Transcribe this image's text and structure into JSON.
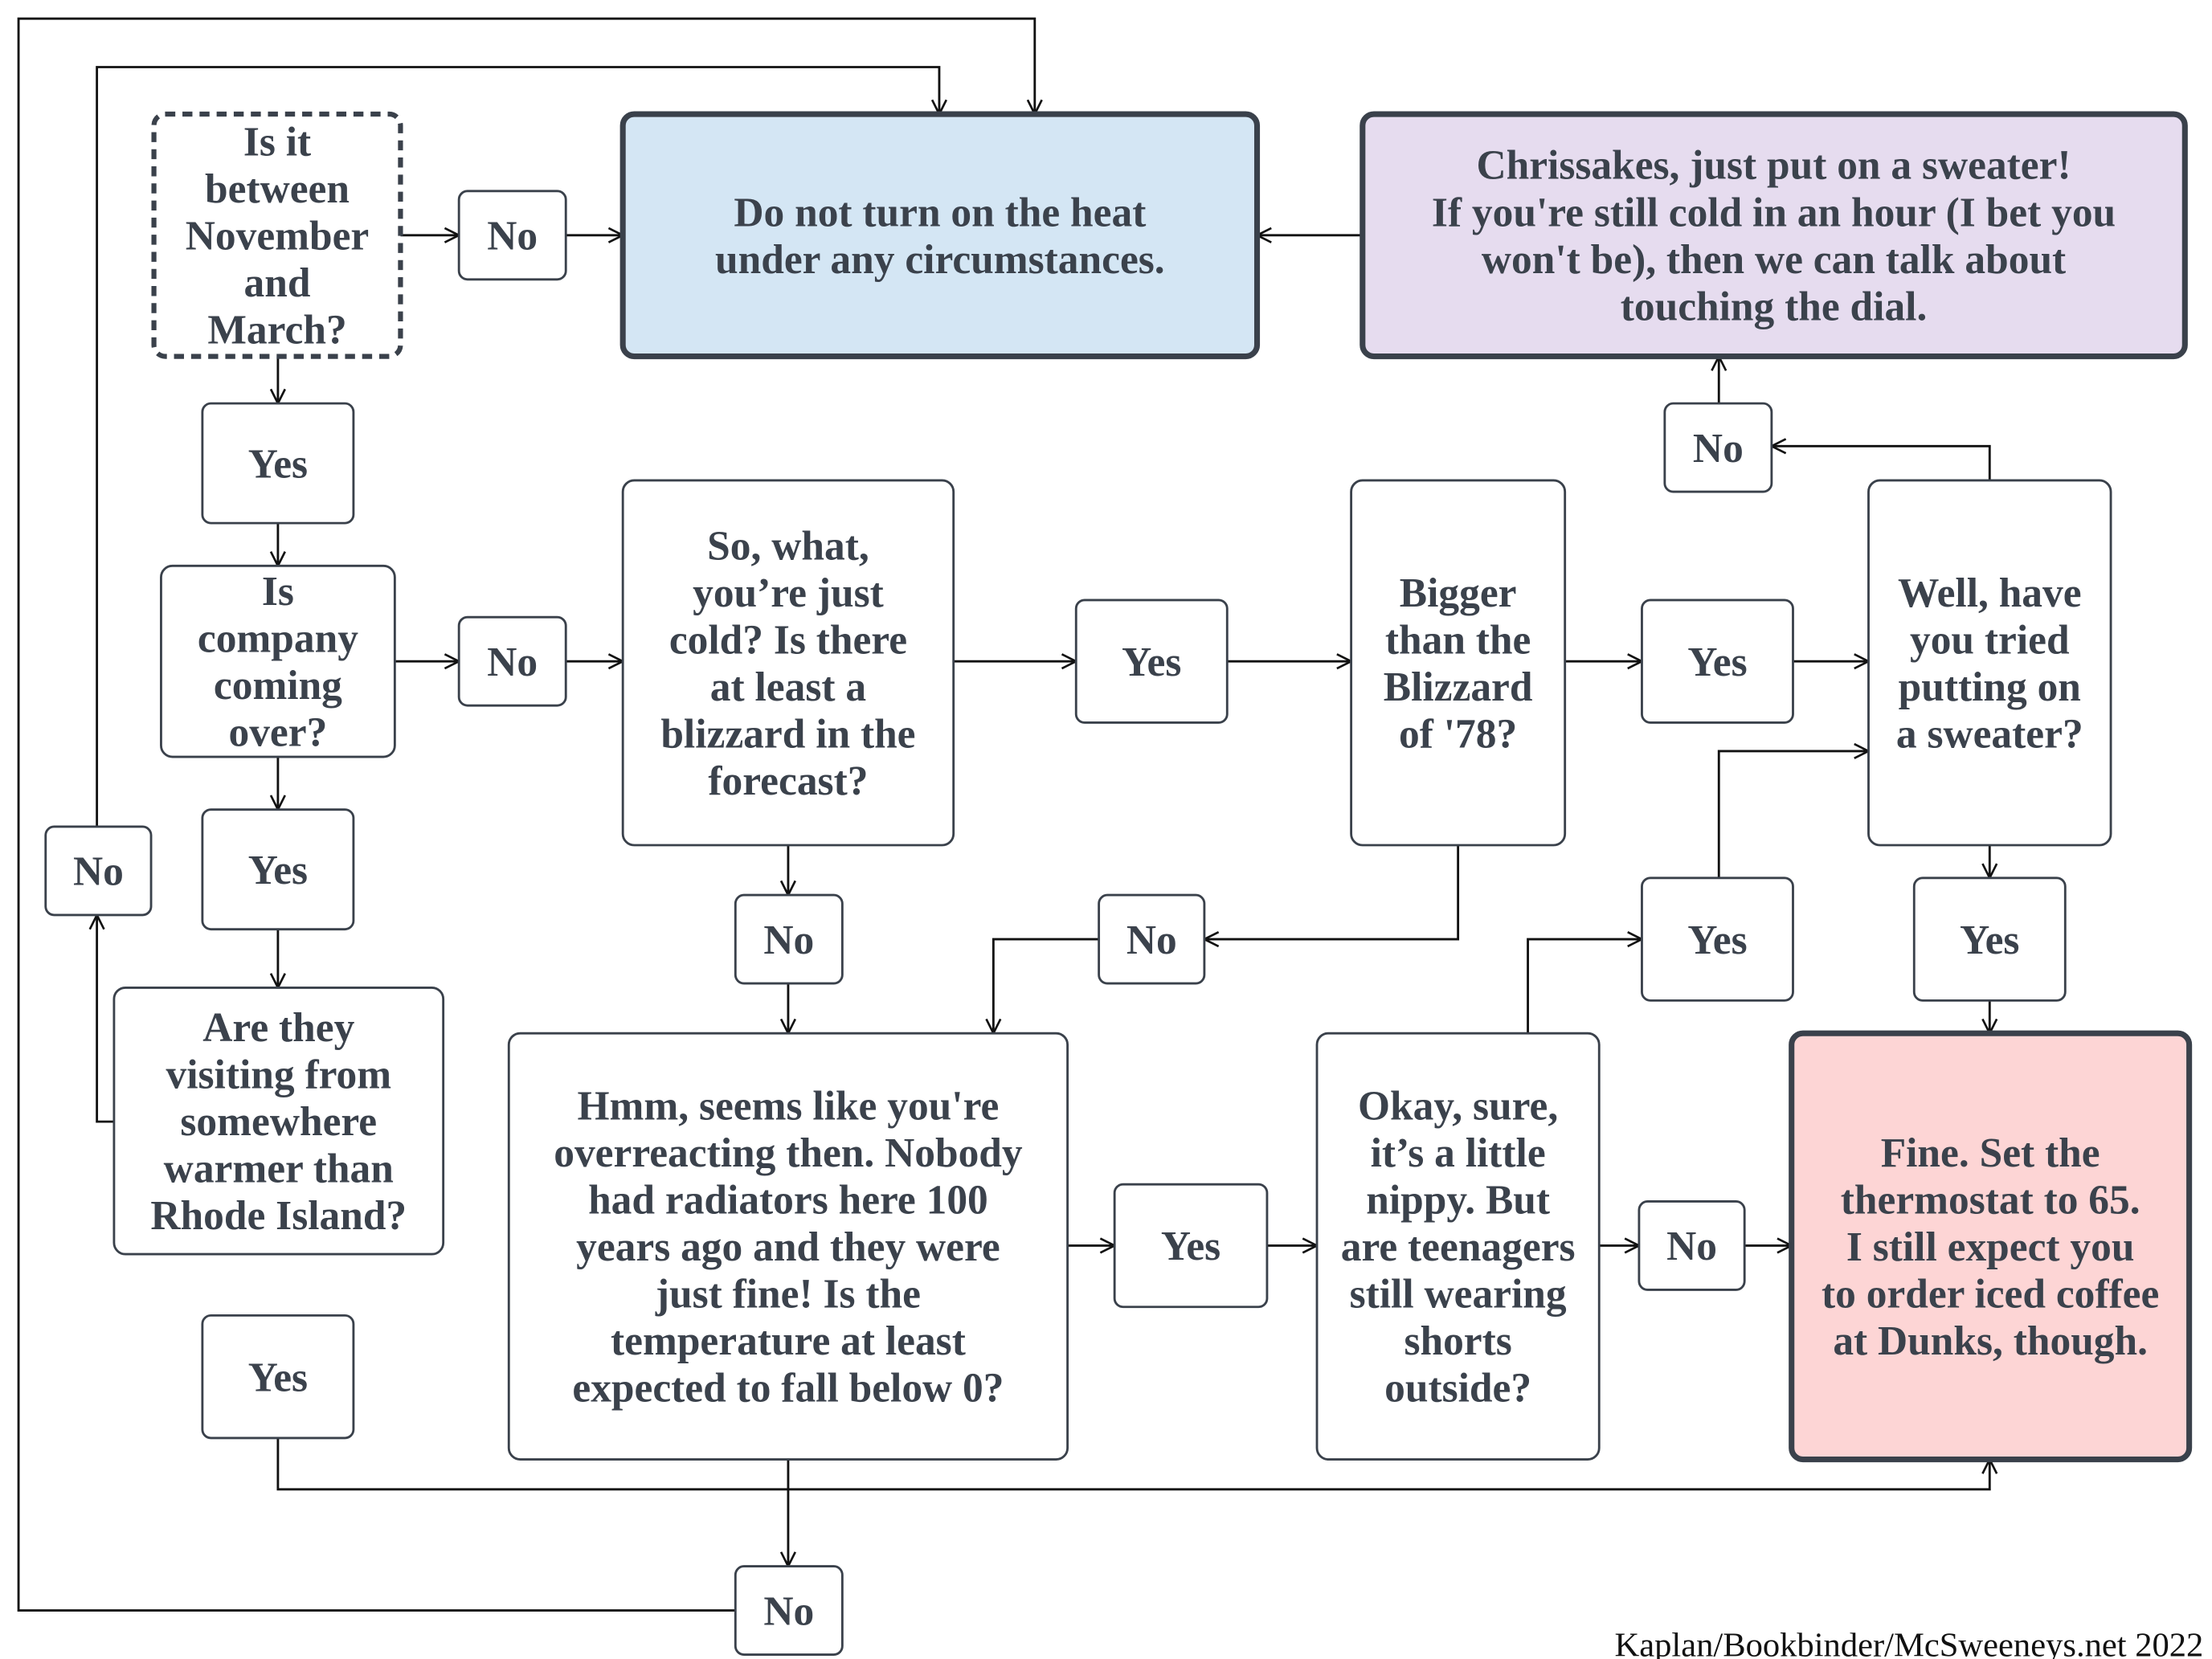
{
  "colors": {
    "stroke": "#3a414b",
    "text": "#3b424c",
    "heat_fill": "#d4e6f4",
    "sweater_fill": "#e6dcef",
    "fine_fill": "#fdd5d5",
    "plain_fill": "#ffffff"
  },
  "nodes": [
    {
      "id": "q-november-march",
      "style": "dashed",
      "lines": [
        "Is it",
        "between",
        "November",
        "and",
        "March?"
      ]
    },
    {
      "id": "no-1",
      "style": "label",
      "lines": [
        "No"
      ]
    },
    {
      "id": "do-not-turn-on-heat",
      "style": "heat",
      "lines": [
        "Do not turn on the heat",
        "under any circumstances."
      ]
    },
    {
      "id": "put-on-sweater",
      "style": "sweater",
      "lines": [
        "Chrissakes, just put on a sweater!",
        "If you're still cold in an hour (I bet you",
        "won't be), then we can talk about",
        "touching the dial."
      ]
    },
    {
      "id": "yes-1",
      "style": "label",
      "lines": [
        "Yes"
      ]
    },
    {
      "id": "q-company",
      "style": "plain",
      "lines": [
        "Is",
        "company",
        "coming",
        "over?"
      ]
    },
    {
      "id": "no-2",
      "style": "label",
      "lines": [
        "No"
      ]
    },
    {
      "id": "q-blizzard",
      "style": "plain",
      "lines": [
        "So, what,",
        "you’re just",
        "cold? Is there",
        "at least a",
        "blizzard in the",
        "forecast?"
      ]
    },
    {
      "id": "yes-2",
      "style": "label",
      "lines": [
        "Yes"
      ]
    },
    {
      "id": "q-blizzard-78",
      "style": "plain",
      "lines": [
        "Bigger",
        "than the",
        "Blizzard",
        "of '78?"
      ]
    },
    {
      "id": "yes-3",
      "style": "label",
      "lines": [
        "Yes"
      ]
    },
    {
      "id": "q-tried-sweater",
      "style": "plain",
      "lines": [
        "Well, have",
        "you tried",
        "putting on",
        "a sweater?"
      ]
    },
    {
      "id": "no-3",
      "style": "label",
      "lines": [
        "No"
      ]
    },
    {
      "id": "yes-4",
      "style": "label",
      "lines": [
        "Yes"
      ]
    },
    {
      "id": "no-4",
      "style": "label",
      "lines": [
        "No"
      ]
    },
    {
      "id": "q-visiting",
      "style": "plain",
      "lines": [
        "Are they",
        "visiting from",
        "somewhere",
        "warmer than",
        "Rhode Island?"
      ]
    },
    {
      "id": "no-5",
      "style": "label",
      "lines": [
        "No"
      ]
    },
    {
      "id": "no-6",
      "style": "label",
      "lines": [
        "No"
      ]
    },
    {
      "id": "yes-5",
      "style": "label",
      "lines": [
        "Yes"
      ]
    },
    {
      "id": "yes-6",
      "style": "label",
      "lines": [
        "Yes"
      ]
    },
    {
      "id": "q-below-zero",
      "style": "plain",
      "lines": [
        "Hmm, seems like you're",
        "overreacting then. Nobody",
        "had radiators here 100",
        "years ago and they were",
        "just fine! Is the",
        "temperature at least",
        "expected to fall below 0?"
      ]
    },
    {
      "id": "yes-7",
      "style": "label",
      "lines": [
        "Yes"
      ]
    },
    {
      "id": "q-teenagers",
      "style": "plain",
      "lines": [
        "Okay, sure,",
        "it’s a little",
        "nippy. But",
        "are teenagers",
        "still wearing",
        "shorts",
        "outside?"
      ]
    },
    {
      "id": "no-7",
      "style": "label",
      "lines": [
        "No"
      ]
    },
    {
      "id": "fine-set-65",
      "style": "fine",
      "lines": [
        "Fine. Set the",
        "thermostat to 65.",
        "I still expect you",
        "to order iced coffee",
        "at Dunks, though."
      ]
    },
    {
      "id": "yes-8",
      "style": "label",
      "lines": [
        "Yes"
      ]
    },
    {
      "id": "no-8",
      "style": "label",
      "lines": [
        "No"
      ]
    }
  ],
  "credit": "Kaplan/Bookbinder/McSweeneys.net 2022"
}
